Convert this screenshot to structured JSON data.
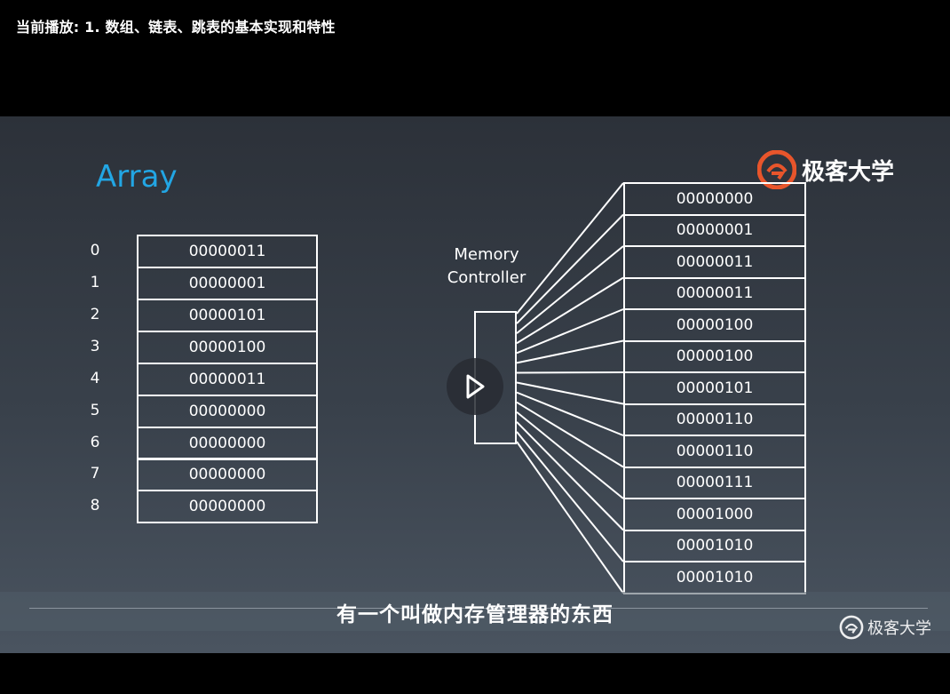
{
  "header": {
    "now_playing": "当前播放: 1. 数组、链表、跳表的基本实现和特性"
  },
  "slide": {
    "title": "Array",
    "brand": "极客大学",
    "controller_label_1": "Memory",
    "controller_label_2": "Controller",
    "array_indices": [
      "0",
      "1",
      "2",
      "3",
      "4",
      "5",
      "6",
      "7",
      "8"
    ],
    "array_values": [
      "00000011",
      "00000001",
      "00000101",
      "00000100",
      "00000011",
      "00000000",
      "00000000",
      "00000000",
      "00000000"
    ],
    "memory_values": [
      "00000000",
      "00000001",
      "00000011",
      "00000011",
      "00000100",
      "00000100",
      "00000101",
      "00000110",
      "00000110",
      "00000111",
      "00001000",
      "00001010",
      "00001010"
    ]
  },
  "subtitle": {
    "text": "有一个叫做内存管理器的东西"
  },
  "watermark": {
    "brand": "极客大学"
  },
  "colors": {
    "title_accent": "#22a6e4",
    "logo_orange": "#e8552b"
  }
}
